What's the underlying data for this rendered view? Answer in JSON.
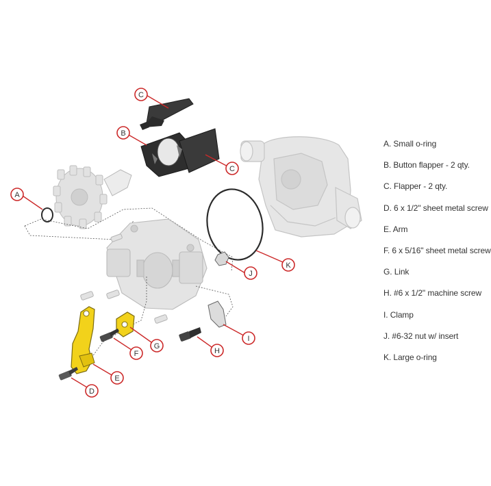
{
  "legend": [
    {
      "letter": "A",
      "text": "A. Small o-ring"
    },
    {
      "letter": "B",
      "text": "B. Button flapper - 2 qty."
    },
    {
      "letter": "C",
      "text": "C. Flapper - 2 qty."
    },
    {
      "letter": "D",
      "text": "D. 6 x 1/2\" sheet metal screw"
    },
    {
      "letter": "E",
      "text": "E. Arm"
    },
    {
      "letter": "F",
      "text": "F. 6 x 5/16\" sheet metal screw"
    },
    {
      "letter": "G",
      "text": "G. Link"
    },
    {
      "letter": "H",
      "text": "H. #6 x 1/2\" machine screw"
    },
    {
      "letter": "I",
      "text": "I. Clamp"
    },
    {
      "letter": "J",
      "text": "J. #6-32 nut w/ insert"
    },
    {
      "letter": "K",
      "text": "K. Large o-ring"
    }
  ],
  "callouts": {
    "c_top": "C",
    "b": "B",
    "c_mid": "C",
    "a": "A",
    "j": "J",
    "k": "K",
    "i": "I",
    "g": "G",
    "f": "F",
    "h": "H",
    "e": "E",
    "d": "D"
  },
  "colors": {
    "callout_ring": "#cc2a2a",
    "highlight_part": "#f2d21b",
    "dark_part": "#2b2b2b",
    "ghost_part": "#e4e4e4"
  }
}
